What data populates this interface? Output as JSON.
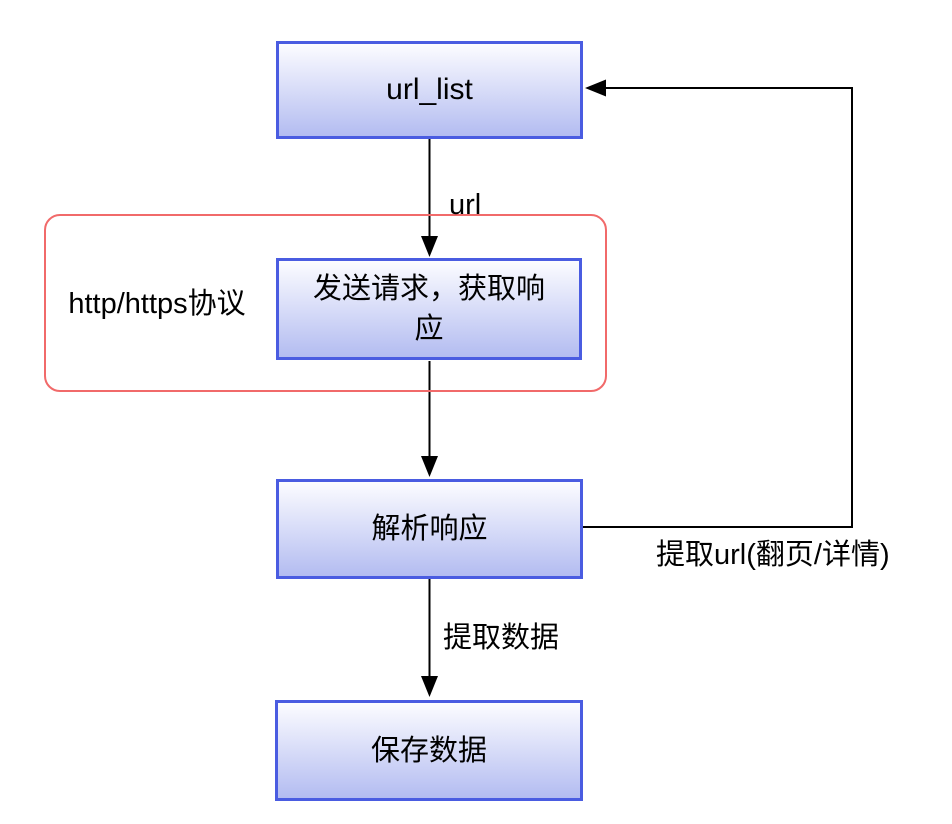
{
  "diagram": {
    "nodes": [
      {
        "id": "url_list",
        "label": "url_list"
      },
      {
        "id": "send_request",
        "label": "发送请求，获取响应"
      },
      {
        "id": "parse_response",
        "label": "解析响应"
      },
      {
        "id": "save_data",
        "label": "保存数据"
      }
    ],
    "edges": [
      {
        "from": "url_list",
        "to": "send_request",
        "label": "url"
      },
      {
        "from": "send_request",
        "to": "parse_response",
        "label": ""
      },
      {
        "from": "parse_response",
        "to": "save_data",
        "label": "提取数据"
      },
      {
        "from": "parse_response",
        "to": "url_list",
        "label": "提取url(翻页/详情)"
      }
    ],
    "group": {
      "label": "http/https协议",
      "contains": [
        "send_request"
      ]
    },
    "colors": {
      "node_border": "#4a5ce1",
      "node_fill_top": "#fcfcff",
      "node_fill_bottom": "#b3bcf1",
      "group_border": "#f16a6a",
      "line": "#000000",
      "text": "#000000"
    }
  }
}
